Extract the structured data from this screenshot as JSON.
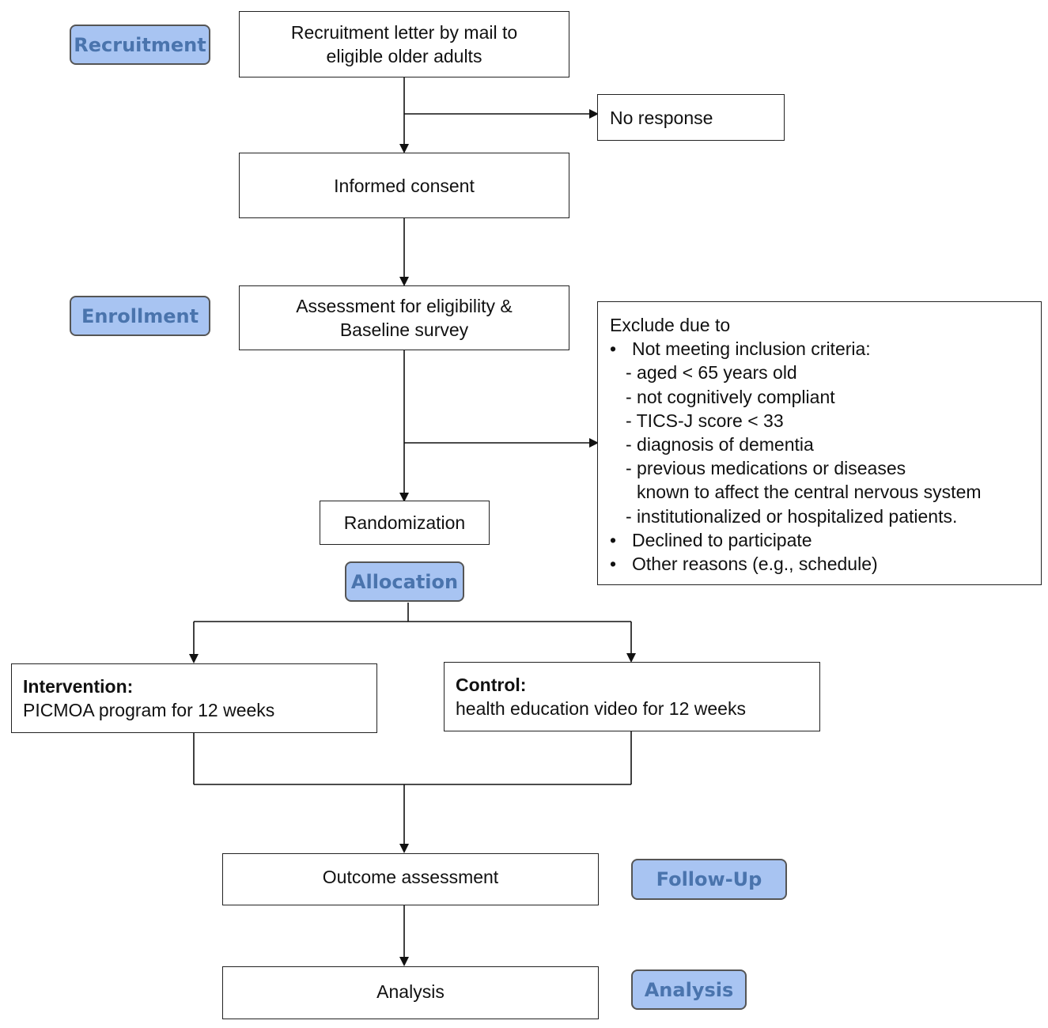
{
  "stages": {
    "recruitment": "Recruitment",
    "enrollment": "Enrollment",
    "allocation": "Allocation",
    "followup": "Follow-Up",
    "analysis": "Analysis"
  },
  "boxes": {
    "recruitment_line1": "Recruitment letter by mail to",
    "recruitment_line2": "eligible older adults",
    "no_response": "No response",
    "informed_consent": "Informed consent",
    "assessment_line1": "Assessment for eligibility &",
    "assessment_line2": "Baseline survey",
    "randomization": "Randomization",
    "intervention_title": "Intervention:",
    "intervention_text": "PICMOA program for 12 weeks",
    "control_title": "Control:",
    "control_text": "health education video for 12 weeks",
    "outcome": "Outcome assessment",
    "analysis": "Analysis"
  },
  "exclusion": {
    "heading": "Exclude due to",
    "bullet_char": "•",
    "item1": "Not meeting inclusion criteria:",
    "sub1": "- aged < 65 years old",
    "sub2": "- not cognitively compliant",
    "sub3": "- TICS-J score < 33",
    "sub4": "- diagnosis of dementia",
    "sub5a": "- previous medications or diseases",
    "sub5b": "known to affect the central nervous system",
    "sub6": "- institutionalized or hospitalized patients.",
    "item2": "Declined to participate",
    "item3": "Other reasons (e.g., schedule)"
  },
  "colors": {
    "stage_fill": "#a8c4f2",
    "stage_text": "#4a74ad",
    "line": "#111111"
  }
}
